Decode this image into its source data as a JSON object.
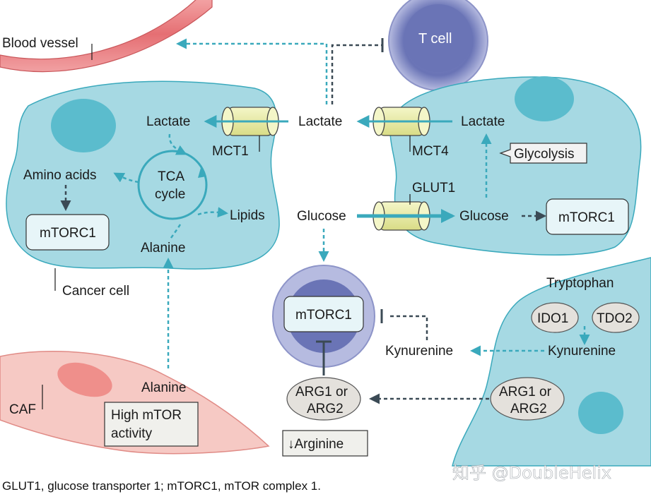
{
  "labels": {
    "blood_vessel": "Blood vessel",
    "t_cell": "T cell",
    "lactate_left": "Lactate",
    "lactate_center": "Lactate",
    "lactate_right": "Lactate",
    "mct1": "MCT1",
    "mct4": "MCT4",
    "glycolysis": "Glycolysis",
    "tca_line1": "TCA",
    "tca_line2": "cycle",
    "amino_acids": "Amino acids",
    "lipids": "Lipids",
    "mtorc1_cancer": "mTORC1",
    "alanine_cancer": "Alanine",
    "cancer_cell": "Cancer cell",
    "glut1": "GLUT1",
    "glucose_left": "Glucose",
    "glucose_right": "Glucose",
    "mtorc1_right": "mTORC1",
    "mtorc1_tcell": "mTORC1",
    "tryptophan": "Tryptophan",
    "ido1": "IDO1",
    "tdo2": "TDO2",
    "kynurenine_left": "Kynurenine",
    "kynurenine_right": "Kynurenine",
    "arg_center_1": "ARG1 or",
    "arg_center_2": "ARG2",
    "arg_right_1": "ARG1 or",
    "arg_right_2": "ARG2",
    "arginine": "↓Arginine",
    "caf": "CAF",
    "alanine_caf": "Alanine",
    "high_mtor_1": "High mTOR",
    "high_mtor_2": "activity"
  },
  "caption": "GLUT1, glucose transporter 1; mTORC1, mTOR complex 1.",
  "watermark": "知乎 @DoubleHelix",
  "colors": {
    "cell_fill": "#a6d9e3",
    "nucleus": "#5bbccd",
    "teal": "#3aa9bc",
    "dark_arrow": "#3b4a55",
    "vessel": "#e7777a",
    "tcell": "#6a74b6",
    "caf_fill": "#f6c9c4",
    "transporter": "#e9eca4",
    "box_fill": "#e7f5f8",
    "oval_fill": "#e4e1dc"
  }
}
